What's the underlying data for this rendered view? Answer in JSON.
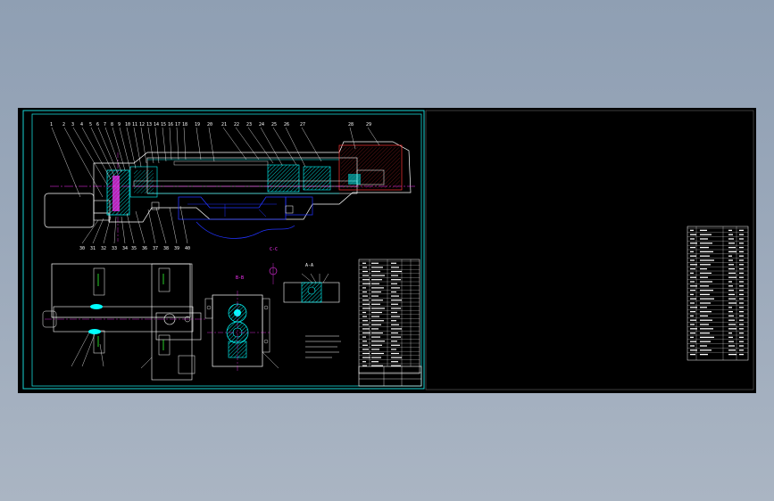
{
  "drawing": {
    "sheet1_balloons_top": [
      "1",
      "2",
      "3",
      "4",
      "5",
      "6",
      "7",
      "8",
      "9",
      "10",
      "11",
      "12",
      "13",
      "14",
      "15",
      "16",
      "17",
      "18",
      "19",
      "20",
      "21",
      "22",
      "23",
      "24",
      "25",
      "26",
      "27",
      "28",
      "29"
    ],
    "sheet1_balloons_bottom": [
      "30",
      "31",
      "32",
      "33",
      "34",
      "35",
      "36",
      "37",
      "38",
      "39",
      "40"
    ],
    "section_labels": {
      "aa": "A-A",
      "bb": "B-B",
      "cc": "C-C"
    },
    "colors": {
      "frame": "#17d5d5",
      "outline": "#ffffff",
      "cyan": "#00ffff",
      "blue": "#2233ff",
      "magenta": "#ff33ff",
      "green": "#33ff33",
      "yellow": "#ffff00",
      "red": "#ff3333",
      "background": "#000000"
    }
  }
}
